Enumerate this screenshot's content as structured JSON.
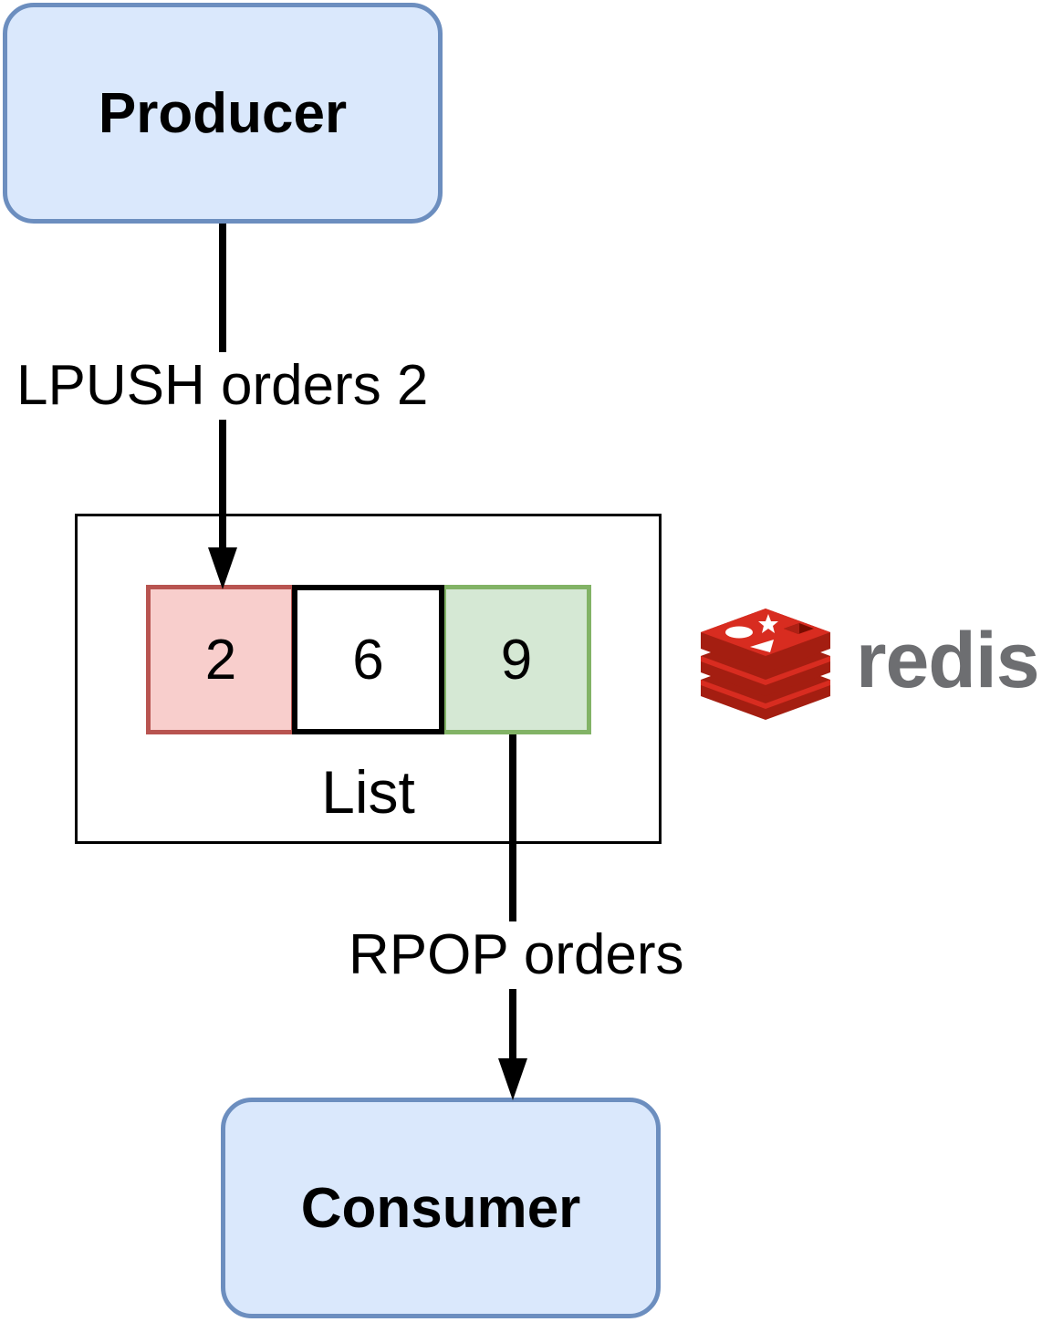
{
  "producer": {
    "label": "Producer"
  },
  "consumer": {
    "label": "Consumer"
  },
  "push_edge": {
    "label": "LPUSH orders 2"
  },
  "pop_edge": {
    "label": "RPOP orders"
  },
  "list": {
    "label": "List",
    "items": [
      "2",
      "6",
      "9"
    ]
  },
  "logo": {
    "wordmark": "redis",
    "icon": "redis-stack-icon"
  },
  "colors": {
    "process_fill": "#dae8fc",
    "process_stroke": "#6c8ebf",
    "head_fill": "#f8cecc",
    "head_stroke": "#b85450",
    "tail_fill": "#d5e8d4",
    "tail_stroke": "#82b366",
    "redis_red": "#d82c20",
    "redis_gray": "#6d6e71"
  }
}
